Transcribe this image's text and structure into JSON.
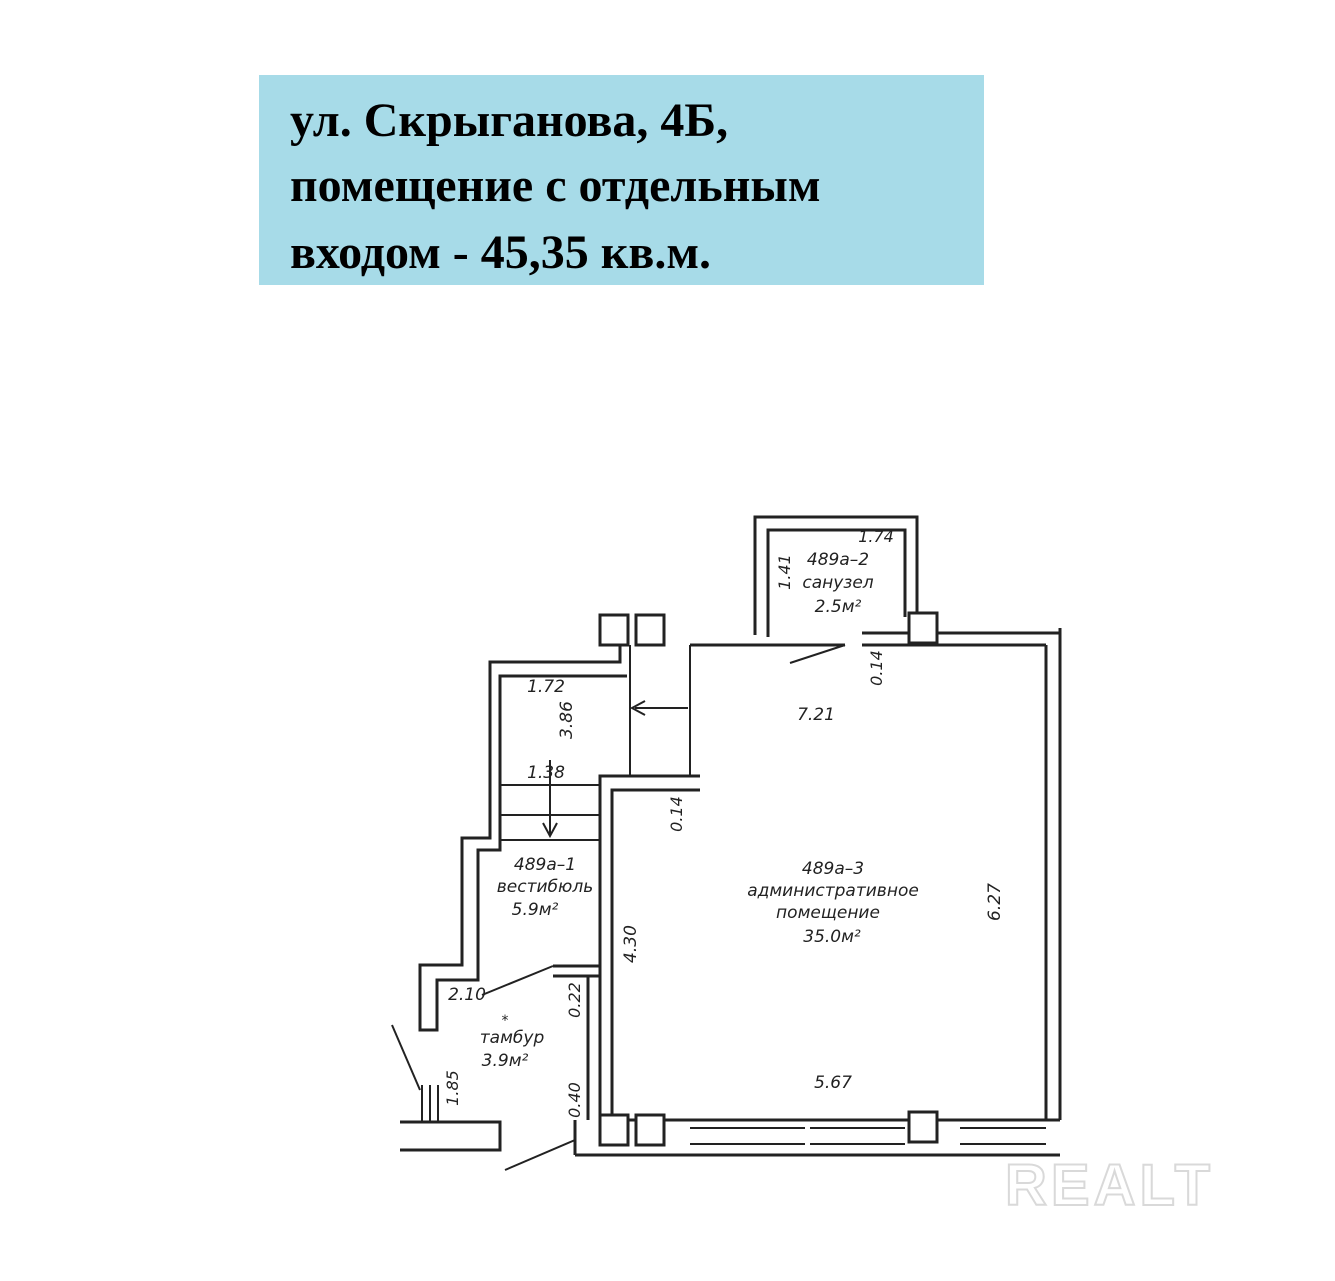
{
  "header": {
    "lines": [
      "ул. Скрыганова, 4Б,",
      "помещение с отдельным",
      "входом - 45,35 кв.м."
    ],
    "bg_color": "#a7dbe8"
  },
  "plan": {
    "rooms": {
      "bathroom": {
        "code": "489а–2",
        "name": "санузел",
        "area": "2.5м²"
      },
      "vestibule": {
        "code": "489а–1",
        "name": "вестибюль",
        "area": "5.9м²"
      },
      "tambour": {
        "mark": "*",
        "name": "тамбур",
        "area": "3.9м²"
      },
      "office": {
        "code": "489а–3",
        "name1": "административное",
        "name2": "помещение",
        "area": "35.0м²"
      }
    },
    "dimensions": {
      "bath_width": "1.74",
      "bath_depth": "1.41",
      "opening_top": "0.14",
      "office_top": "7.21",
      "office_right": "6.27",
      "office_bottom": "5.67",
      "office_left": "4.30",
      "office_left_opening": "0.14",
      "stair_width": "1.72",
      "stair_length": "3.86",
      "stair_width2": "1.38",
      "tambour_width": "2.10",
      "tambour_opening": "0.22",
      "bottom_opening": "0.40",
      "step_width": "1.85"
    }
  },
  "watermark": {
    "text": "REALT"
  }
}
